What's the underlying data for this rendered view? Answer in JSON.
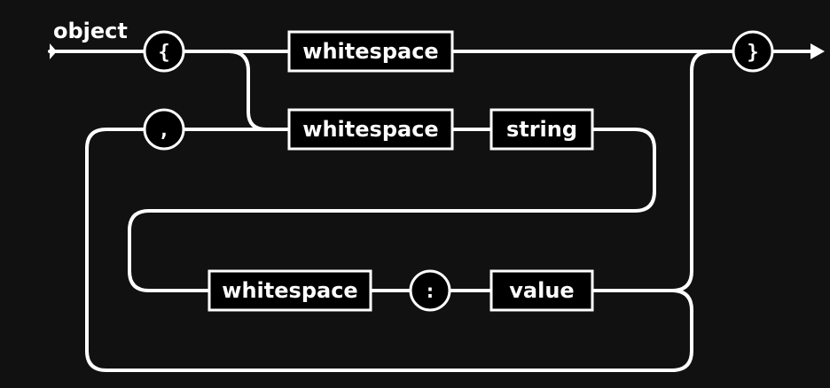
{
  "diagram": {
    "title": "object",
    "open_brace": "{",
    "close_brace": "}",
    "comma": ",",
    "colon": ":",
    "nonterminals": {
      "ws_top": "whitespace",
      "ws_middle": "whitespace",
      "string": "string",
      "ws_bottom": "whitespace",
      "value": "value"
    }
  },
  "colors": {
    "background": "#111111",
    "foreground": "#ffffff",
    "box_fill": "#000000"
  }
}
